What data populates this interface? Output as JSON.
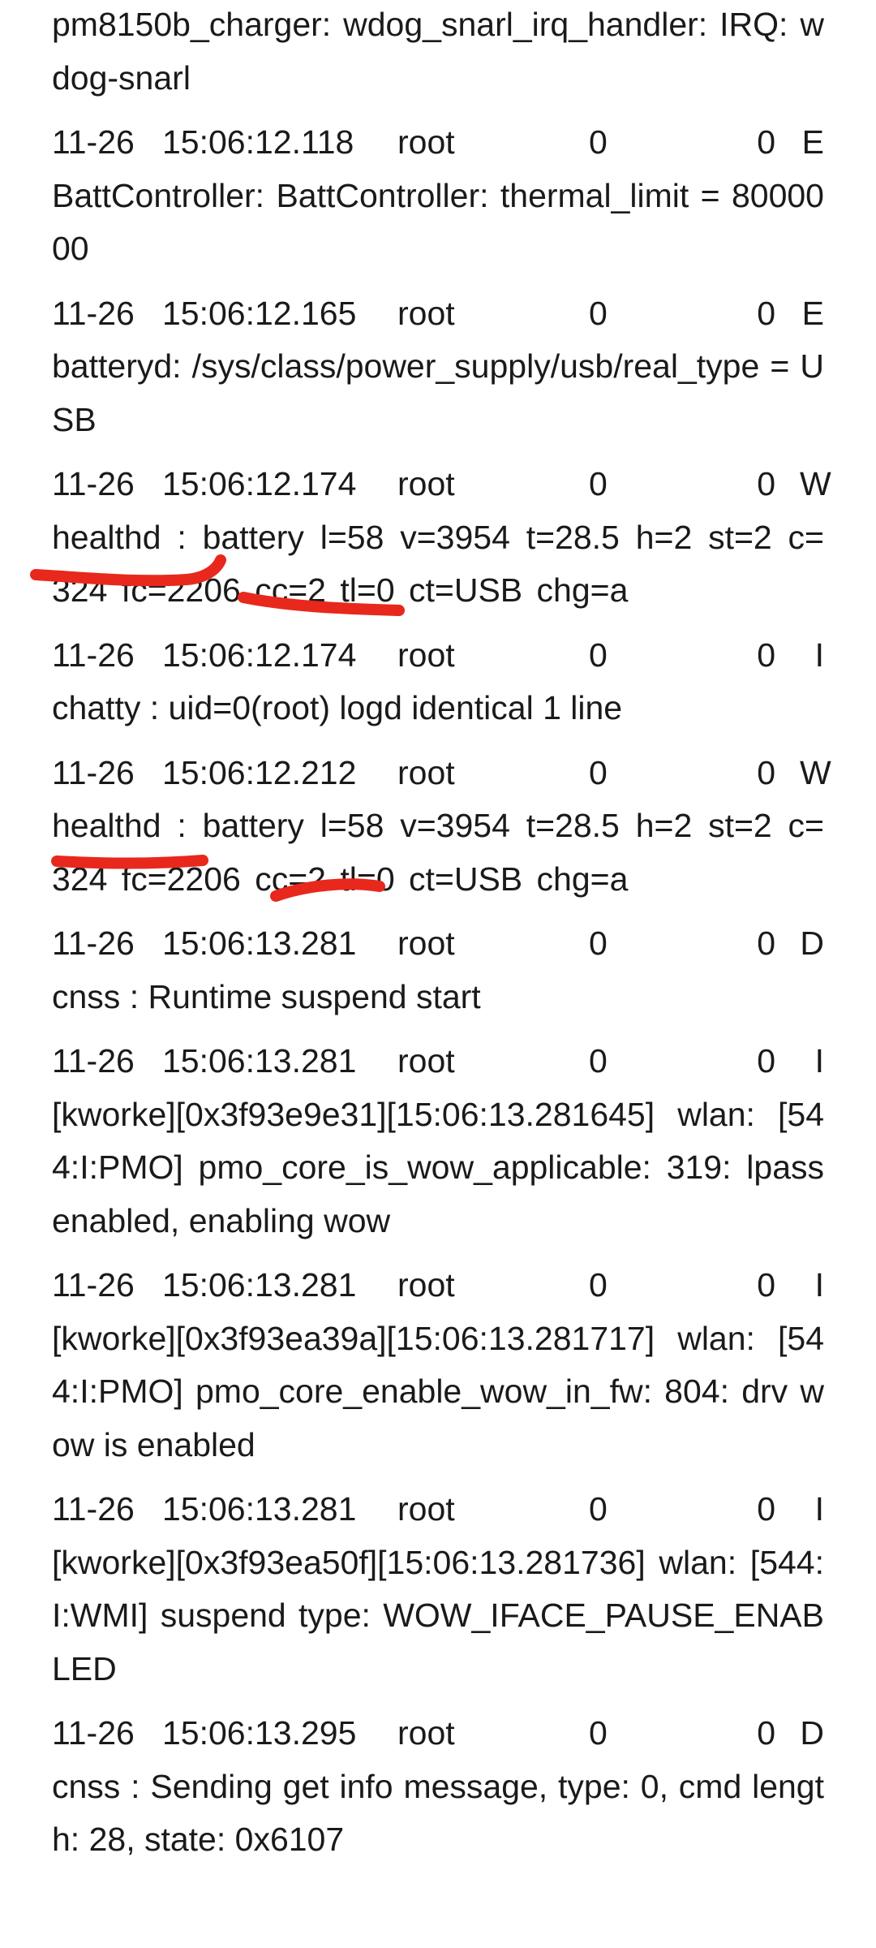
{
  "entries": [
    {
      "date": "",
      "time": "",
      "user": "",
      "pid": "",
      "tid": "",
      "level": "",
      "message": "pm8150b_charger:    wdog_snarl_irq_handler: IRQ: wdog-snarl"
    },
    {
      "date": "11-26",
      "time": "15:06:12.118",
      "user": "root",
      "pid": "0",
      "tid": "0",
      "level": "E",
      "message": "BattController:  BattController:  thermal_limit = 8000000"
    },
    {
      "date": "11-26",
      "time": "15:06:12.165",
      "user": "root",
      "pid": "0",
      "tid": "0",
      "level": "E",
      "message": "batteryd: /sys/class/power_supply/usb/real_type = USB"
    },
    {
      "date": "11-26",
      "time": "15:06:12.174",
      "user": "root",
      "pid": "0",
      "tid": "0",
      "level": "W",
      "message": "healthd : battery  l=58  v=3954  t=28.5  h=2 st=2 c=324 fc=2206 cc=2 tl=0 ct=USB chg=a"
    },
    {
      "date": "11-26",
      "time": "15:06:12.174",
      "user": "root",
      "pid": "0",
      "tid": "0",
      "level": "I",
      "message": "chatty   : uid=0(root) logd identical 1 line"
    },
    {
      "date": "11-26",
      "time": "15:06:12.212",
      "user": "root",
      "pid": "0",
      "tid": "0",
      "level": "W",
      "message": "healthd : battery  l=58  v=3954  t=28.5  h=2 st=2 c=324 fc=2206 cc=2 tl=0 ct=USB chg=a"
    },
    {
      "date": "11-26",
      "time": "15:06:13.281",
      "user": "root",
      "pid": "0",
      "tid": "0",
      "level": "D",
      "message": "cnss      : Runtime suspend start"
    },
    {
      "date": "11-26",
      "time": "15:06:13.281",
      "user": "root",
      "pid": "0",
      "tid": "0",
      "level": "I",
      "message": "[kworke][0x3f93e9e31][15:06:13.281645] wlan: [544:I:PMO] pmo_core_is_wow_applicable: 319: lpass enabled, enabling wow"
    },
    {
      "date": "11-26",
      "time": "15:06:13.281",
      "user": "root",
      "pid": "0",
      "tid": "0",
      "level": "I",
      "message": "[kworke][0x3f93ea39a][15:06:13.281717] wlan: [544:I:PMO] pmo_core_enable_wow_in_fw: 804: drv wow is enabled"
    },
    {
      "date": "11-26",
      "time": "15:06:13.281",
      "user": "root",
      "pid": "0",
      "tid": "0",
      "level": "I",
      "message": "[kworke][0x3f93ea50f][15:06:13.281736] wlan: [544:I:WMI] suspend type: WOW_IFACE_PAUSE_ENABLED"
    },
    {
      "date": "11-26",
      "time": "15:06:13.295",
      "user": "root",
      "pid": "0",
      "tid": "0",
      "level": "D",
      "message": "cnss      : Sending get info message, type: 0, cmd length: 28, state: 0x6107"
    }
  ],
  "annotation_color": "#e8281c"
}
